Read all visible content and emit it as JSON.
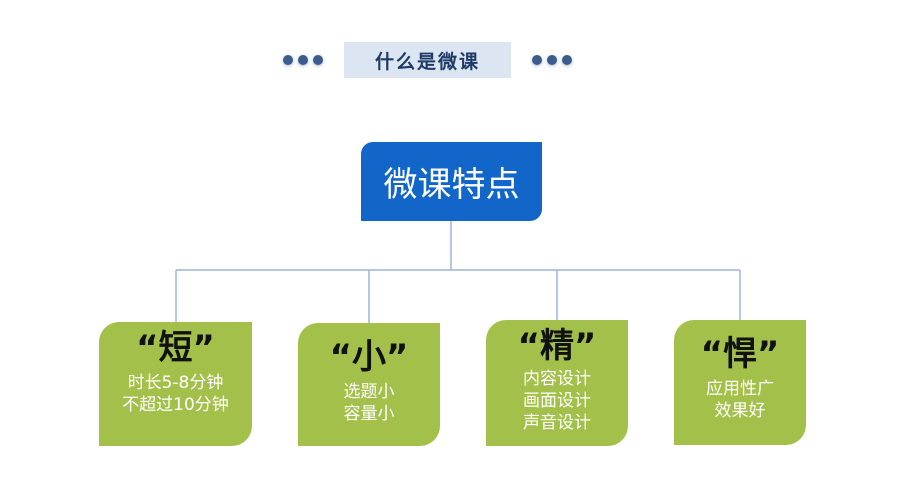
{
  "header": {
    "title": "什么是微课"
  },
  "root": {
    "label": "微课特点"
  },
  "cards": [
    {
      "keyword": "“短”",
      "lines": [
        "时长5-8分钟",
        "不超过10分钟"
      ]
    },
    {
      "keyword": "“小”",
      "lines": [
        "选题小",
        "容量小"
      ]
    },
    {
      "keyword": "“精”",
      "lines": [
        "内容设计",
        "画面设计",
        "声音设计"
      ]
    },
    {
      "keyword": "“悍”",
      "lines": [
        "应用性广",
        "效果好"
      ]
    }
  ],
  "colors": {
    "header_bg": "#dbe6f2",
    "root_bg": "#1266c9",
    "card_bg": "#a3c14a",
    "connector": "#9db4d6",
    "dots": "#3b5c8c"
  }
}
